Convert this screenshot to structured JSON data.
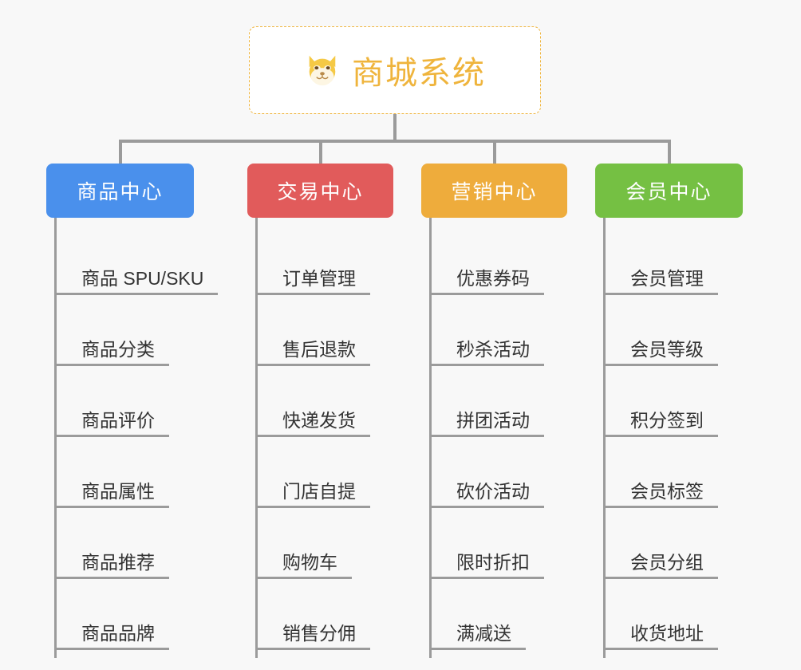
{
  "page": {
    "background_color": "#f8f8f8",
    "title": "商城系统"
  },
  "root": {
    "label": "商城系统",
    "icon": "shiba-dog-face-icon",
    "text_color": "#efb43c",
    "border_color": "#efb53f",
    "border_style": "dashed",
    "fill_color": "#ffffff"
  },
  "connector_color": "#9b9b9b",
  "categories": [
    {
      "label": "商品中心",
      "color": "#4a90ec",
      "items": [
        "商品 SPU/SKU",
        "商品分类",
        "商品评价",
        "商品属性",
        "商品推荐",
        "商品品牌"
      ]
    },
    {
      "label": "交易中心",
      "color": "#e15b5b",
      "items": [
        "订单管理",
        "售后退款",
        "快递发货",
        "门店自提",
        "购物车",
        "销售分佣"
      ]
    },
    {
      "label": "营销中心",
      "color": "#eeac3c",
      "items": [
        "优惠券码",
        "秒杀活动",
        "拼团活动",
        "砍价活动",
        "限时折扣",
        "满减送"
      ]
    },
    {
      "label": "会员中心",
      "color": "#75c043",
      "items": [
        "会员管理",
        "会员等级",
        "积分签到",
        "会员标签",
        "会员分组",
        "收货地址"
      ]
    }
  ]
}
